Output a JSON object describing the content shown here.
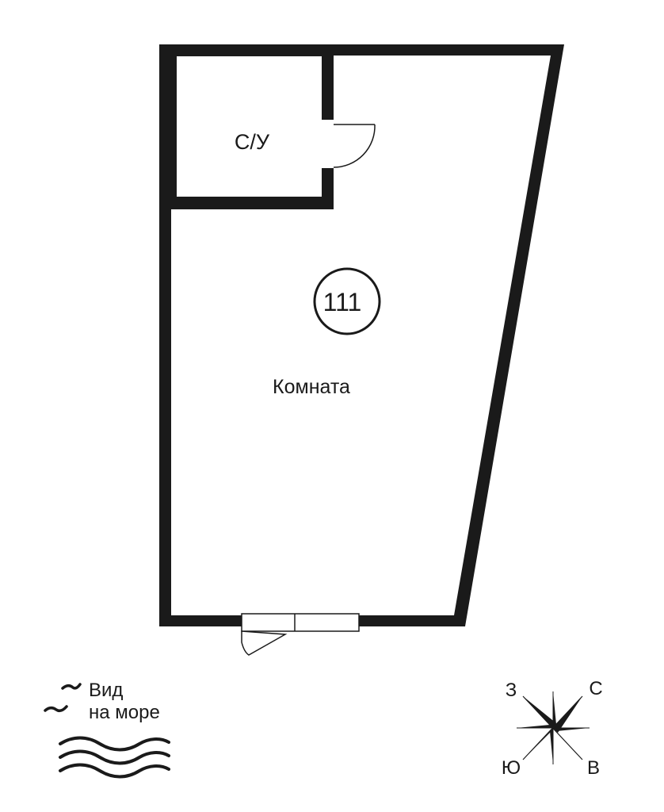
{
  "plan": {
    "bathroom_label": "С/У",
    "room_number": "111",
    "room_label": "Комната"
  },
  "legend": {
    "sea_view_line1": "Вид",
    "sea_view_line2": "на море"
  },
  "compass": {
    "nw": "З",
    "ne": "С",
    "sw": "Ю",
    "se": "В"
  },
  "colors": {
    "wall": "#1a1a1a",
    "background": "#ffffff"
  }
}
